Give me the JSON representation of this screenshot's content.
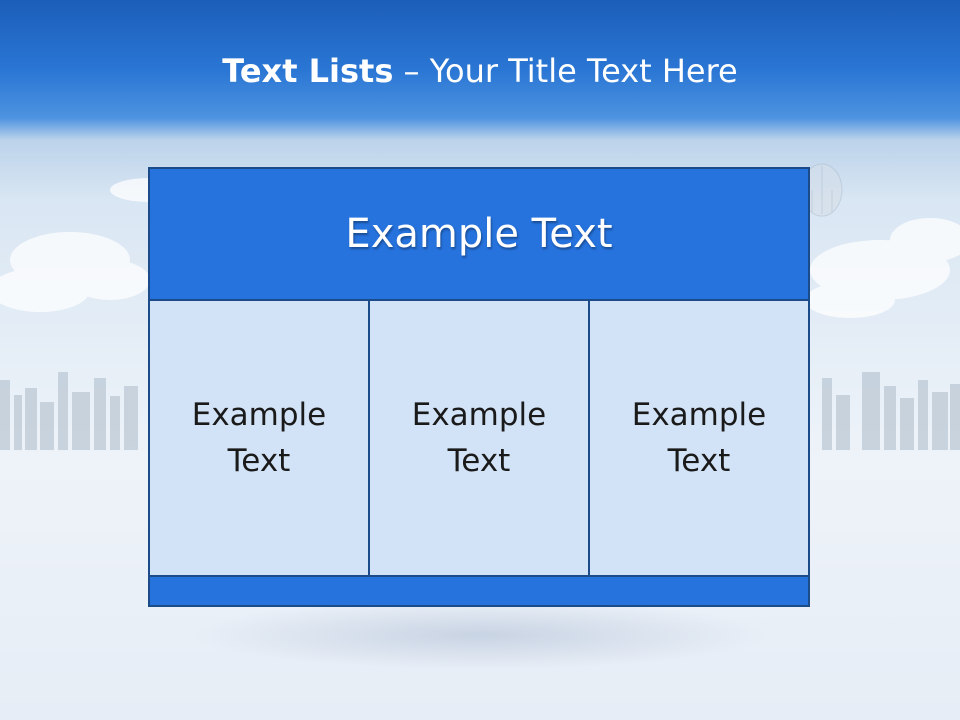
{
  "slide": {
    "title_bold": "Text Lists",
    "title_rest": "– Your Title Text Here"
  },
  "table": {
    "header": "Example Text",
    "cells": [
      "Example Text",
      "Example Text",
      "Example Text"
    ],
    "footer": ""
  },
  "colors": {
    "header_blue": "#2673de",
    "cell_fill": "#d3e3f7",
    "border": "#1c4b8a",
    "title_bar": "#1b5eb8"
  }
}
